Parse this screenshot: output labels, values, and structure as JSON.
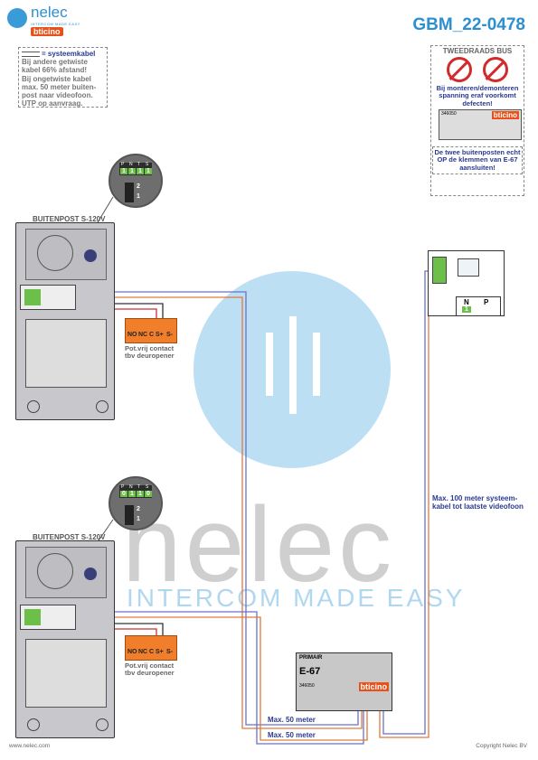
{
  "header": {
    "logo_text": "nelec",
    "logo_tagline": "INTERCOM MADE EASY",
    "logo_brand": "bticino",
    "doc_code": "GBM_22-0478"
  },
  "note": {
    "line1": "= systeemkabel",
    "line2": "Bij andere getwiste kabel 66% afstand!",
    "line3": "Bij ongetwiste kabel max. 50 meter buiten-post naar videofoon.",
    "line4": "UTP op aanvraag."
  },
  "bus_box": {
    "title": "TWEEDRAADS BUS",
    "warning1": "Bij monteren/demonteren spanning eraf voorkomt defecten!",
    "module_code": "346050",
    "module_brand": "bticino",
    "warning2": "De twee buitenposten echt OP de klemmen van E-67 aansluiten!"
  },
  "outdoor1": {
    "title": "BUITENPOST S-120V",
    "term_labels": [
      "P",
      "N",
      "T",
      "S"
    ],
    "term_values": [
      "1",
      "1",
      "1",
      "1"
    ],
    "switch_labels": [
      "2",
      "1"
    ],
    "relay_terms": [
      "NO",
      "NC",
      "C",
      "S+",
      "S-"
    ],
    "relay_label1": "Pot.vrij contact",
    "relay_label2": "tbv deuropener"
  },
  "outdoor2": {
    "title": "BUITENPOST S-120V",
    "term_labels": [
      "P",
      "N",
      "T",
      "S"
    ],
    "term_values": [
      "0",
      "1",
      "1",
      "0"
    ],
    "switch_labels": [
      "2",
      "1"
    ],
    "relay_terms": [
      "NO",
      "NC",
      "C",
      "S+",
      "S-"
    ],
    "relay_label1": "Pot.vrij contact",
    "relay_label2": "tbv deuropener"
  },
  "videofoon": {
    "term_labels": [
      "N",
      "P"
    ],
    "term_value": "1"
  },
  "e67": {
    "primair": "PRIMAIR",
    "title": "E-67",
    "code": "346050",
    "brand": "bticino"
  },
  "labels": {
    "max100_1": "Max. 100 meter systeem-",
    "max100_2": "kabel tot laatste videofoon",
    "max50_a": "Max. 50 meter",
    "max50_b": "Max. 50 meter"
  },
  "watermark": {
    "word": "nelec",
    "tag": "INTERCOM MADE EASY"
  },
  "footer": {
    "left": "www.nelec.com",
    "right": "Copyright Nelec BV"
  },
  "colors": {
    "brand_blue": "#2c8fd0",
    "bticino_orange": "#e8511a",
    "relay_orange": "#f07e2a",
    "wire_blue": "#6a72c8",
    "wire_orange": "#e07a3a"
  }
}
